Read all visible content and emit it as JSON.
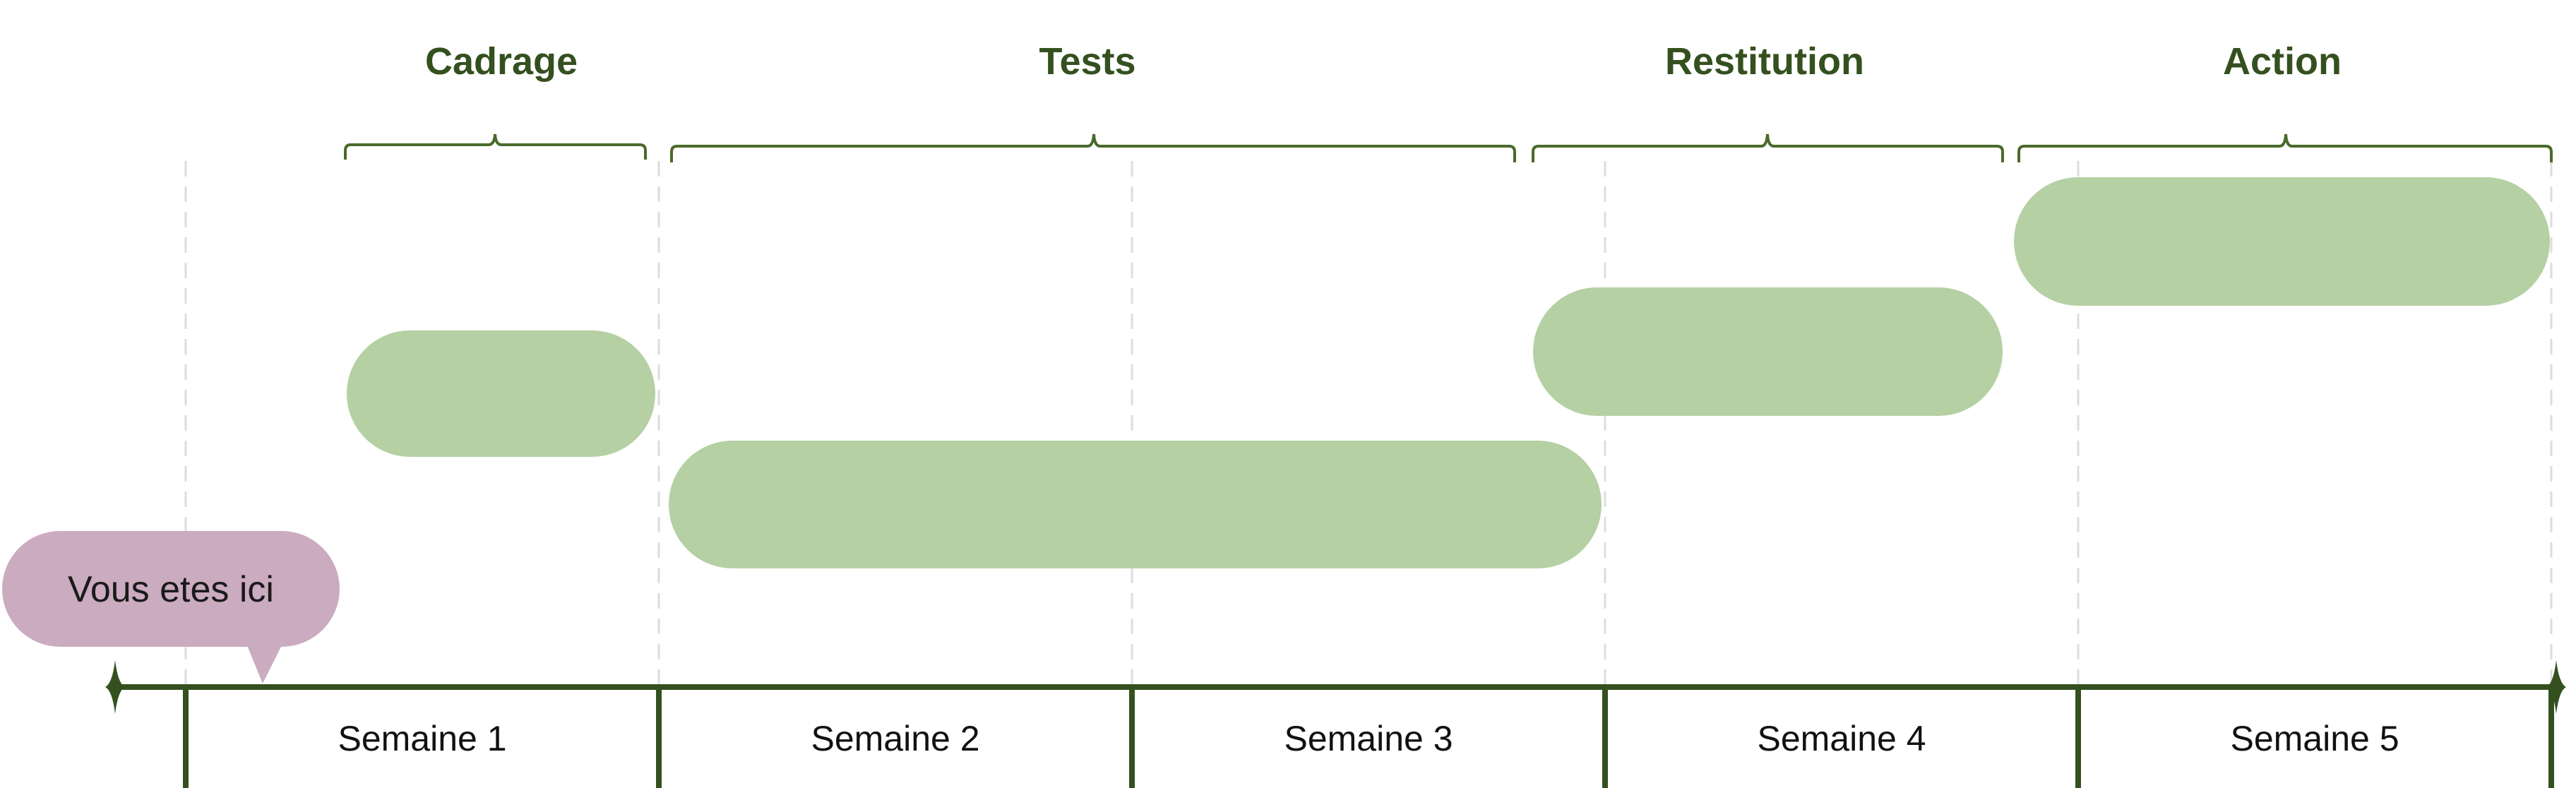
{
  "phases": [
    {
      "label": "Cadrage"
    },
    {
      "label": "Tests"
    },
    {
      "label": "Restitution"
    },
    {
      "label": "Action"
    }
  ],
  "weeks": [
    {
      "label": "Semaine 1"
    },
    {
      "label": "Semaine 2"
    },
    {
      "label": "Semaine 3"
    },
    {
      "label": "Semaine 4"
    },
    {
      "label": "Semaine 5"
    }
  ],
  "marker": {
    "label": "Vous etes ici"
  },
  "colors": {
    "accent": "#34501f",
    "bar": "#b5d0a3",
    "marker": "#cbabbf"
  }
}
